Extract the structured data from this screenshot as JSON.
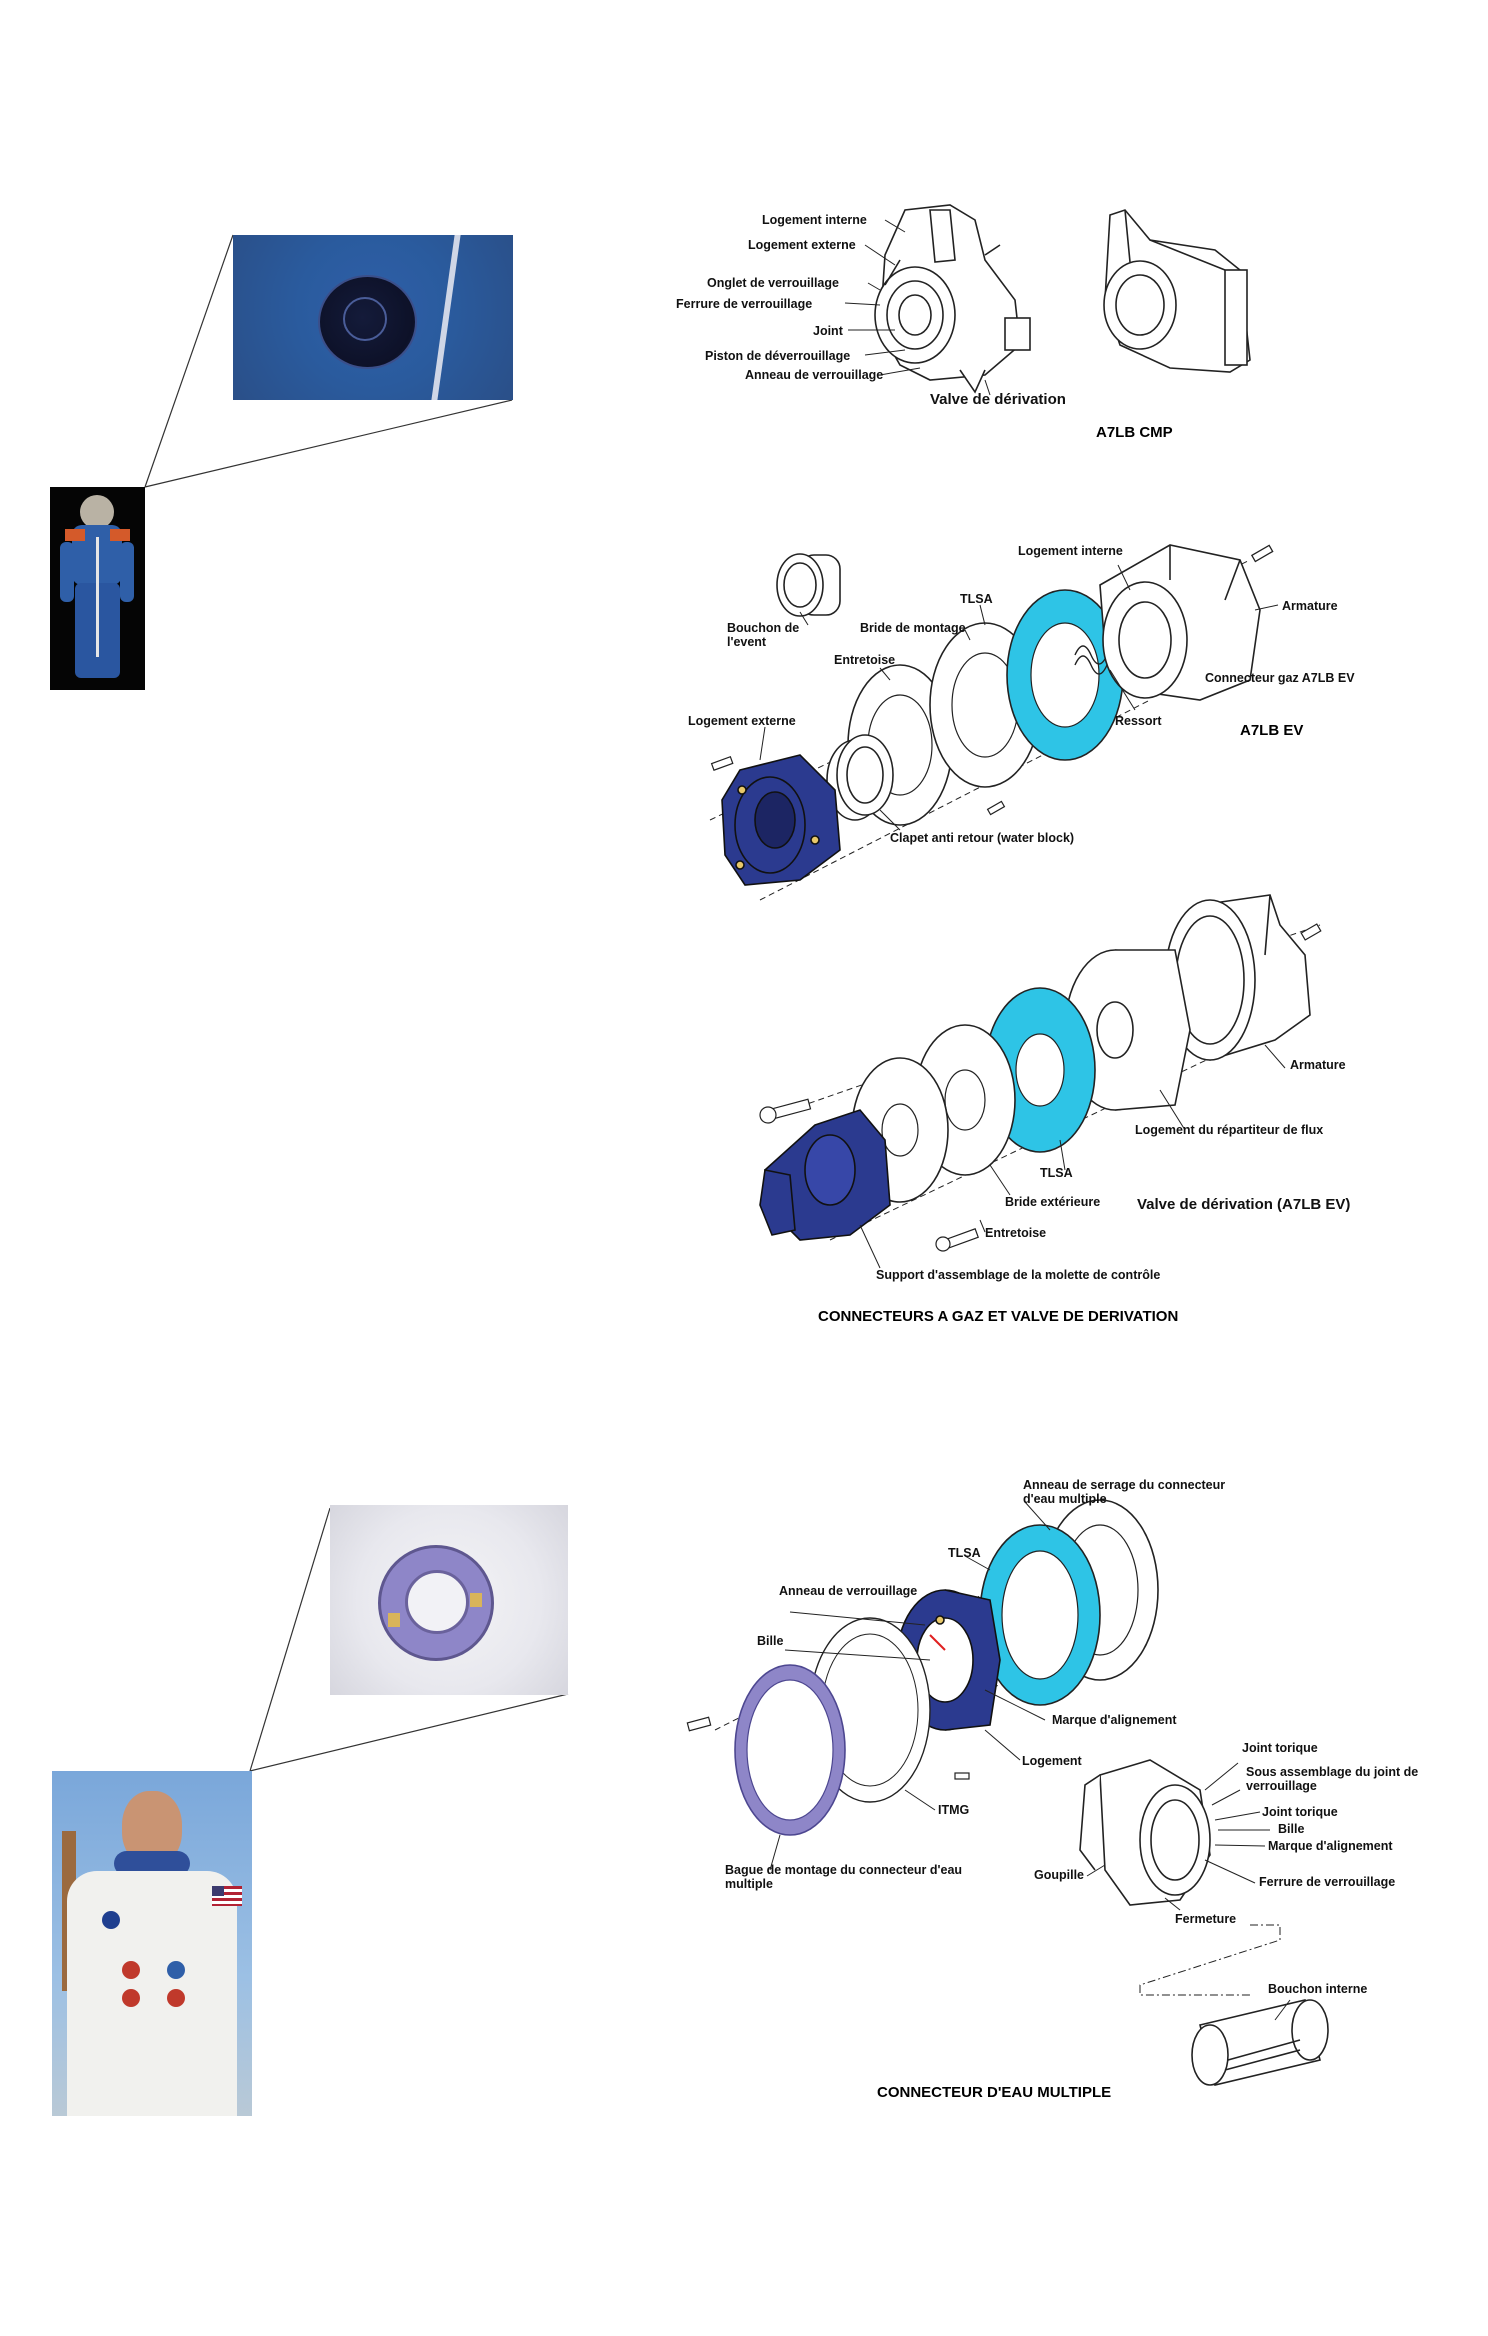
{
  "top_diagram": {
    "labels": {
      "logement_interne": "Logement interne",
      "logement_externe": "Logement externe",
      "onglet": "Onglet de verrouillage",
      "ferrure": "Ferrure de verrouillage",
      "joint": "Joint",
      "piston": "Piston de déverrouillage",
      "anneau": "Anneau de verrouillage",
      "valve": "Valve de dérivation"
    },
    "caption": "A7LB CMP"
  },
  "ev_diagram": {
    "labels": {
      "logement_interne": "Logement interne",
      "bouchon": "Bouchon de l'event",
      "tlsa": "TLSA",
      "bride": "Bride de montage",
      "entretoise": "Entretoise",
      "armature": "Armature",
      "connecteur": "Connecteur gaz A7LB EV",
      "logement_externe": "Logement externe",
      "ressort": "Ressort",
      "clapet": "Clapet anti retour (water block)"
    },
    "caption": "A7LB EV"
  },
  "bypass_diagram": {
    "labels": {
      "armature": "Armature",
      "repartiteur": "Logement du répartiteur de flux",
      "tlsa": "TLSA",
      "bride_ext": "Bride extérieure",
      "valve_ev": "Valve de dérivation (A7LB EV)",
      "entretoise": "Entretoise",
      "support": "Support d'assemblage de la molette de contrôle"
    },
    "caption": "CONNECTEURS A GAZ ET VALVE DE DERIVATION"
  },
  "water_diagram": {
    "labels": {
      "anneau_serrage": "Anneau de serrage du connecteur d'eau multiple",
      "tlsa": "TLSA",
      "anneau_verr": "Anneau de verrouillage",
      "bille": "Bille",
      "marque": "Marque d'alignement",
      "logement": "Logement",
      "itmg": "ITMG",
      "bague": "Bague de montage du connecteur d'eau multiple",
      "joint_torique": "Joint torique",
      "sous_assemblage": "Sous assemblage du joint de verrouillage",
      "joint_torique2": "Joint torique",
      "bille2": "Bille",
      "marque2": "Marque d'alignement",
      "goupille": "Goupille",
      "ferrure": "Ferrure de verrouillage",
      "fermeture": "Fermeture",
      "bouchon_interne": "Bouchon interne"
    },
    "caption": "CONNECTEUR D'EAU MULTIPLE"
  },
  "colors": {
    "navy": "#2b3a8f",
    "cyan": "#2ec4e6",
    "lavender": "#8e86c8",
    "suit_blue": "#2f5fa8",
    "line": "#222222"
  }
}
